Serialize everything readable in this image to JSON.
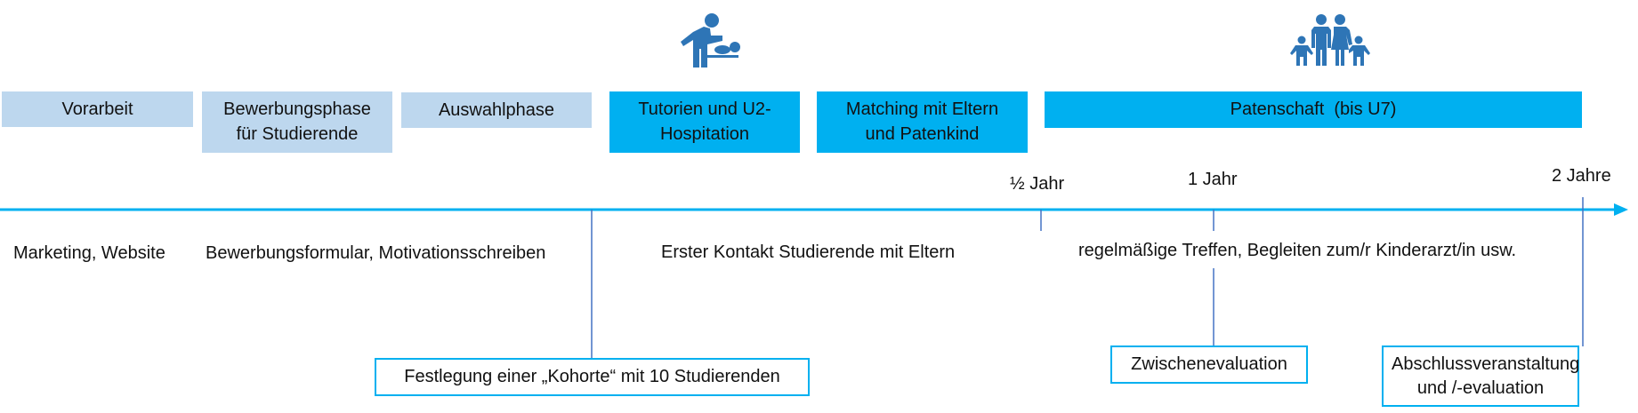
{
  "phases": [
    {
      "label": "Vorarbeit"
    },
    {
      "label": "Bewerbungsphase für Studierende"
    },
    {
      "label": "Auswahlphase"
    },
    {
      "label": "Tutorien und U2-Hospitation"
    },
    {
      "label": "Matching mit Eltern und Patenkind"
    },
    {
      "label": "Patenschaft  (bis U7)"
    }
  ],
  "milestones": {
    "half_year": "½ Jahr",
    "one_year": "1 Jahr",
    "two_years": "2 Jahre"
  },
  "activities": [
    "Marketing, Website",
    "Bewerbungsformular, Motivationsschreiben",
    "Erster Kontakt Studierende mit Eltern",
    "regelmäßige Treffen, Begleiten zum/r Kinderarzt/in usw."
  ],
  "events": [
    "Festlegung einer „Kohorte“ mit 10 Studierenden",
    "Zwischenevaluation",
    "Abschlussveranstaltung und /-evaluation"
  ],
  "icons": {
    "caregiver": "parent-changing-baby-icon",
    "family": "family-icon"
  },
  "colors": {
    "light_phase": "#bdd7ee",
    "dark_phase": "#00b0f0",
    "timeline": "#00b0f0",
    "connector": "#4472c4",
    "icon": "#2e75b6"
  }
}
